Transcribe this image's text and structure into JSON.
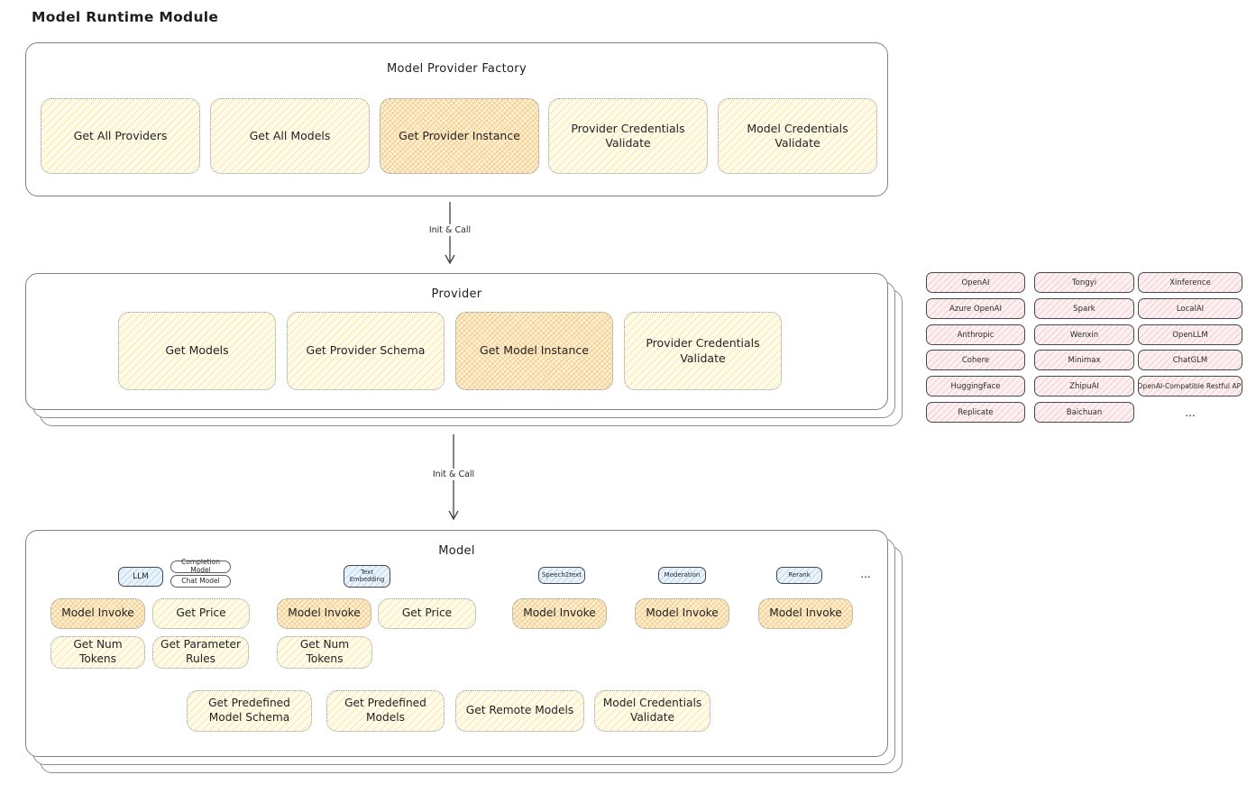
{
  "page_title": "Model Runtime Module",
  "factory": {
    "title": "Model Provider Factory",
    "boxes": [
      {
        "label": "Get All Providers",
        "highlight": false
      },
      {
        "label": "Get All Models",
        "highlight": false
      },
      {
        "label": "Get Provider Instance",
        "highlight": true
      },
      {
        "label": "Provider Credentials Validate",
        "highlight": false
      },
      {
        "label": "Model Credentials Validate",
        "highlight": false
      }
    ]
  },
  "arrows": {
    "factory_to_provider": "Init & Call",
    "provider_to_model": "Init & Call"
  },
  "provider": {
    "title": "Provider",
    "boxes": [
      {
        "label": "Get Models",
        "highlight": false
      },
      {
        "label": "Get Provider Schema",
        "highlight": false
      },
      {
        "label": "Get Model Instance",
        "highlight": true
      },
      {
        "label": "Provider Credentials Validate",
        "highlight": false
      }
    ]
  },
  "provider_list": {
    "items": [
      "OpenAI",
      "Tongyi",
      "Xinference",
      "Azure OpenAI",
      "Spark",
      "LocalAI",
      "Anthropic",
      "Wenxin",
      "OpenLLM",
      "Cohere",
      "Minimax",
      "ChatGLM",
      "HuggingFace",
      "ZhipuAI",
      "OpenAI-Compatible Restful API",
      "Replicate",
      "Baichuan",
      "..."
    ]
  },
  "model": {
    "title": "Model",
    "tags": [
      {
        "label": "LLM",
        "style": "blue"
      },
      {
        "label": "Completion Model",
        "style": "white"
      },
      {
        "label": "Chat Model",
        "style": "white"
      },
      {
        "label": "Text Embedding",
        "style": "blue"
      },
      {
        "label": "Speech2text",
        "style": "blue"
      },
      {
        "label": "Moderation",
        "style": "blue"
      },
      {
        "label": "Rerank",
        "style": "blue"
      },
      {
        "label": "...",
        "style": "plain"
      }
    ],
    "ops_row1": [
      {
        "label": "Model Invoke",
        "highlight": true
      },
      {
        "label": "Get Price",
        "highlight": false
      },
      {
        "label": "Model Invoke",
        "highlight": true
      },
      {
        "label": "Get Price",
        "highlight": false
      },
      {
        "label": "Model Invoke",
        "highlight": true
      },
      {
        "label": "Model Invoke",
        "highlight": true
      },
      {
        "label": "Model Invoke",
        "highlight": true
      }
    ],
    "ops_row2": [
      {
        "label": "Get Num Tokens",
        "highlight": false
      },
      {
        "label": "Get Parameter Rules",
        "highlight": false
      },
      {
        "label": "Get Num Tokens",
        "highlight": false
      }
    ],
    "ops_row3": [
      {
        "label": "Get Predefined Model Schema",
        "highlight": false
      },
      {
        "label": "Get Predefined Models",
        "highlight": false
      },
      {
        "label": "Get Remote Models",
        "highlight": false
      },
      {
        "label": "Model Credentials Validate",
        "highlight": false
      }
    ]
  },
  "colors": {
    "highlight_fill": "#f3c26e",
    "yellow_fill": "#fffbe9",
    "pink_fill": "#fbdfe2",
    "blue_fill": "#d9edf8",
    "stroke_dark": "#1e1e1e",
    "container_stroke": "#7d8187"
  }
}
